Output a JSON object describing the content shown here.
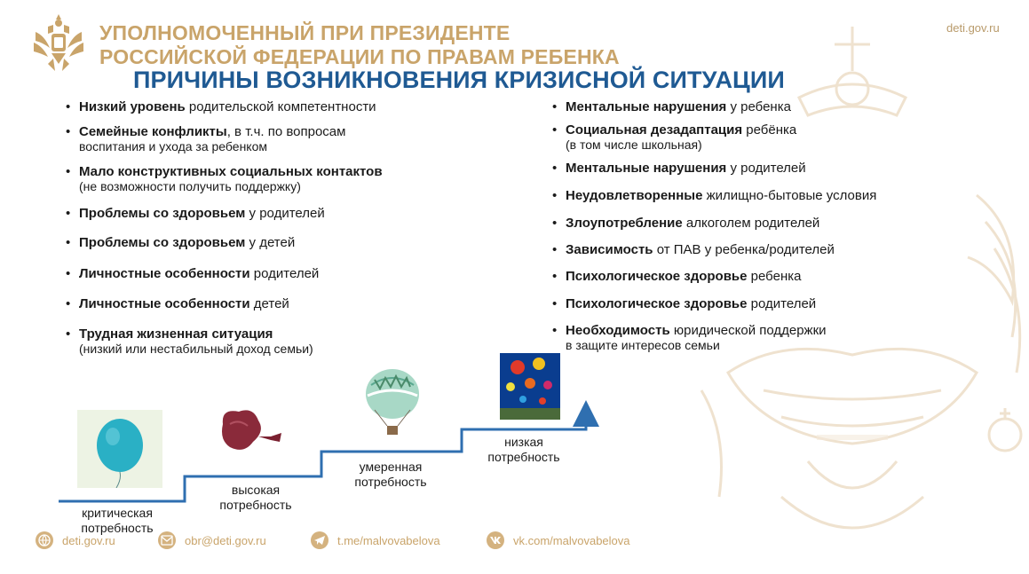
{
  "header": {
    "org_line1": "УПОЛНОМОЧЕННЫЙ ПРИ ПРЕЗИДЕНТЕ",
    "org_line2": "РОССИЙСКОЙ ФЕДЕРАЦИИ ПО ПРАВАМ РЕБЕНКА",
    "site": "deti.gov.ru",
    "title": "ПРИЧИНЫ ВОЗНИКНОВЕНИЯ КРИЗИСНОЙ СИТУАЦИИ"
  },
  "left_list": [
    {
      "bold": "Низкий уровень",
      "rest": " родительской компетентности",
      "sub": ""
    },
    {
      "bold": "Семейные конфликты",
      "rest": ", в  т.ч. по вопросам",
      "sub": "воспитания и ухода за ребенком"
    },
    {
      "bold": "Мало конструктивных социальных контактов",
      "rest": "",
      "sub": "(не возможности получить поддержку)"
    },
    {
      "bold": "Проблемы со здоровьем",
      "rest": " у родителей",
      "sub": ""
    },
    {
      "bold": "Проблемы со здоровьем",
      "rest": " у детей",
      "sub": ""
    },
    {
      "bold": "Личностные особенности",
      "rest": " родителей",
      "sub": ""
    },
    {
      "bold": "Личностные особенности",
      "rest": " детей",
      "sub": ""
    },
    {
      "bold": "Трудная жизненная ситуация",
      "rest": "",
      "sub": "(низкий или нестабильный доход семьи)"
    }
  ],
  "right_list": [
    {
      "bold": "Ментальные нарушения",
      "rest": " у ребенка",
      "sub": ""
    },
    {
      "bold": "Социальная дезадаптация",
      "rest": " ребёнка",
      "sub": "(в том числе школьная)"
    },
    {
      "bold": "Ментальные нарушения",
      "rest": " у родителей",
      "sub": ""
    },
    {
      "bold": "Неудовлетворенные",
      "rest": " жилищно-бытовые условия",
      "sub": ""
    },
    {
      "bold": "Злоупотребление",
      "rest": " алкоголем родителей",
      "sub": ""
    },
    {
      "bold": "Зависимость",
      "rest": " от ПАВ у ребенка/родителей",
      "sub": ""
    },
    {
      "bold": "Психологическое здоровье",
      "rest": " ребенка",
      "sub": ""
    },
    {
      "bold": "Психологическое здоровье",
      "rest": " родителей",
      "sub": ""
    },
    {
      "bold": "Необходимость",
      "rest": " юридической поддержки",
      "sub": "в защите интересов семьи"
    }
  ],
  "steps": [
    {
      "line1": "критическая",
      "line2": "потребность"
    },
    {
      "line1": "высокая",
      "line2": "потребность"
    },
    {
      "line1": "умеренная",
      "line2": "потребность"
    },
    {
      "line1": "низкая",
      "line2": "потребность"
    }
  ],
  "footer": {
    "site": "deti.gov.ru",
    "email": "obr@deti.gov.ru",
    "telegram": "t.me/malvovabelova",
    "vk": "vk.com/malvovabelova"
  },
  "colors": {
    "title_blue": "#1f5a93",
    "gold": "#c9a46a",
    "stairs_blue": "#2f6fb0"
  }
}
